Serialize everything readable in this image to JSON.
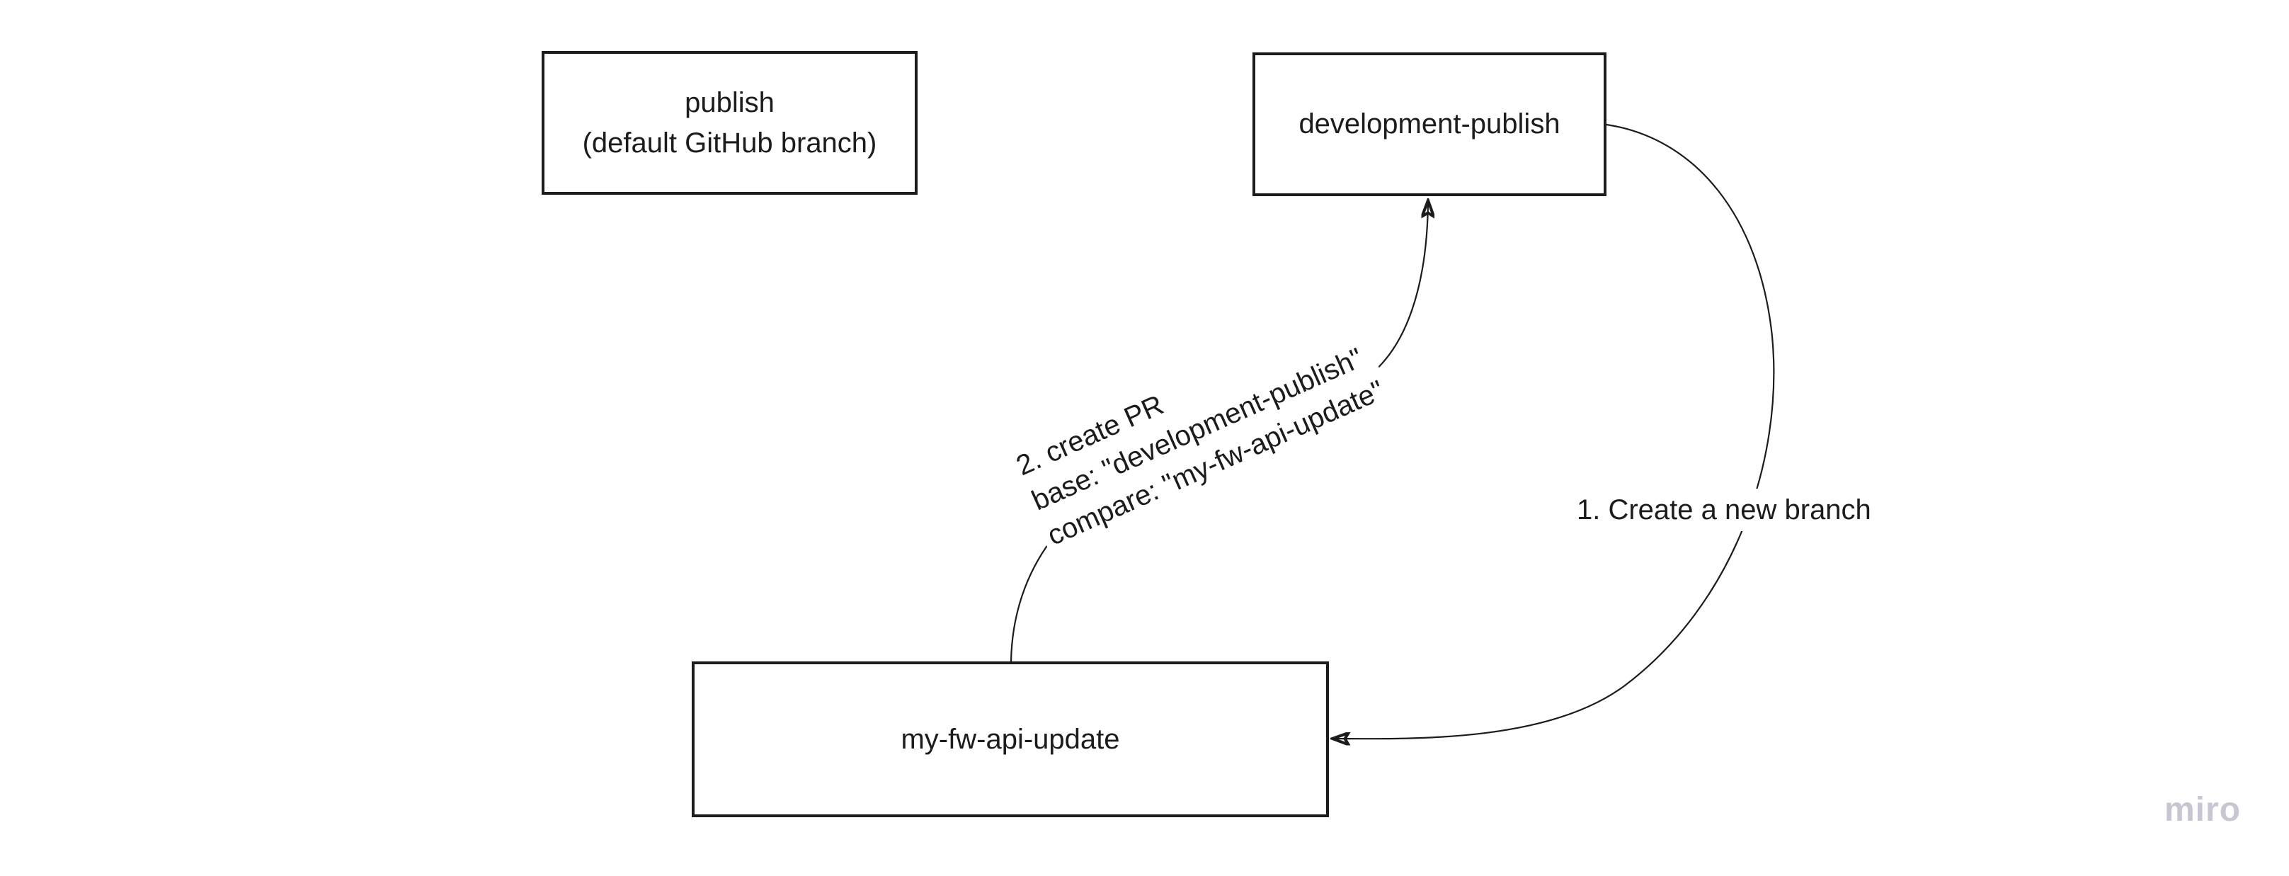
{
  "diagram": {
    "nodes": {
      "publish": {
        "label": "publish\n(default GitHub branch)"
      },
      "development_publish": {
        "label": "development-publish"
      },
      "my_fw_api_update": {
        "label": "my-fw-api-update"
      }
    },
    "connectors": {
      "create_branch": {
        "label": "1. Create a new branch",
        "from": "development-publish",
        "to": "my-fw-api-update"
      },
      "create_pr": {
        "label": "2. create PR\nbase: \"development-publish\"\ncompare: \"my-fw-api-update\"",
        "from": "my-fw-api-update",
        "to": "development-publish"
      }
    },
    "watermark": {
      "text": "miro",
      "color": "#c7c6d3"
    },
    "style": {
      "stroke_color": "#1c1c1c",
      "text_color": "#1c1c1c",
      "background": "#ffffff"
    }
  }
}
